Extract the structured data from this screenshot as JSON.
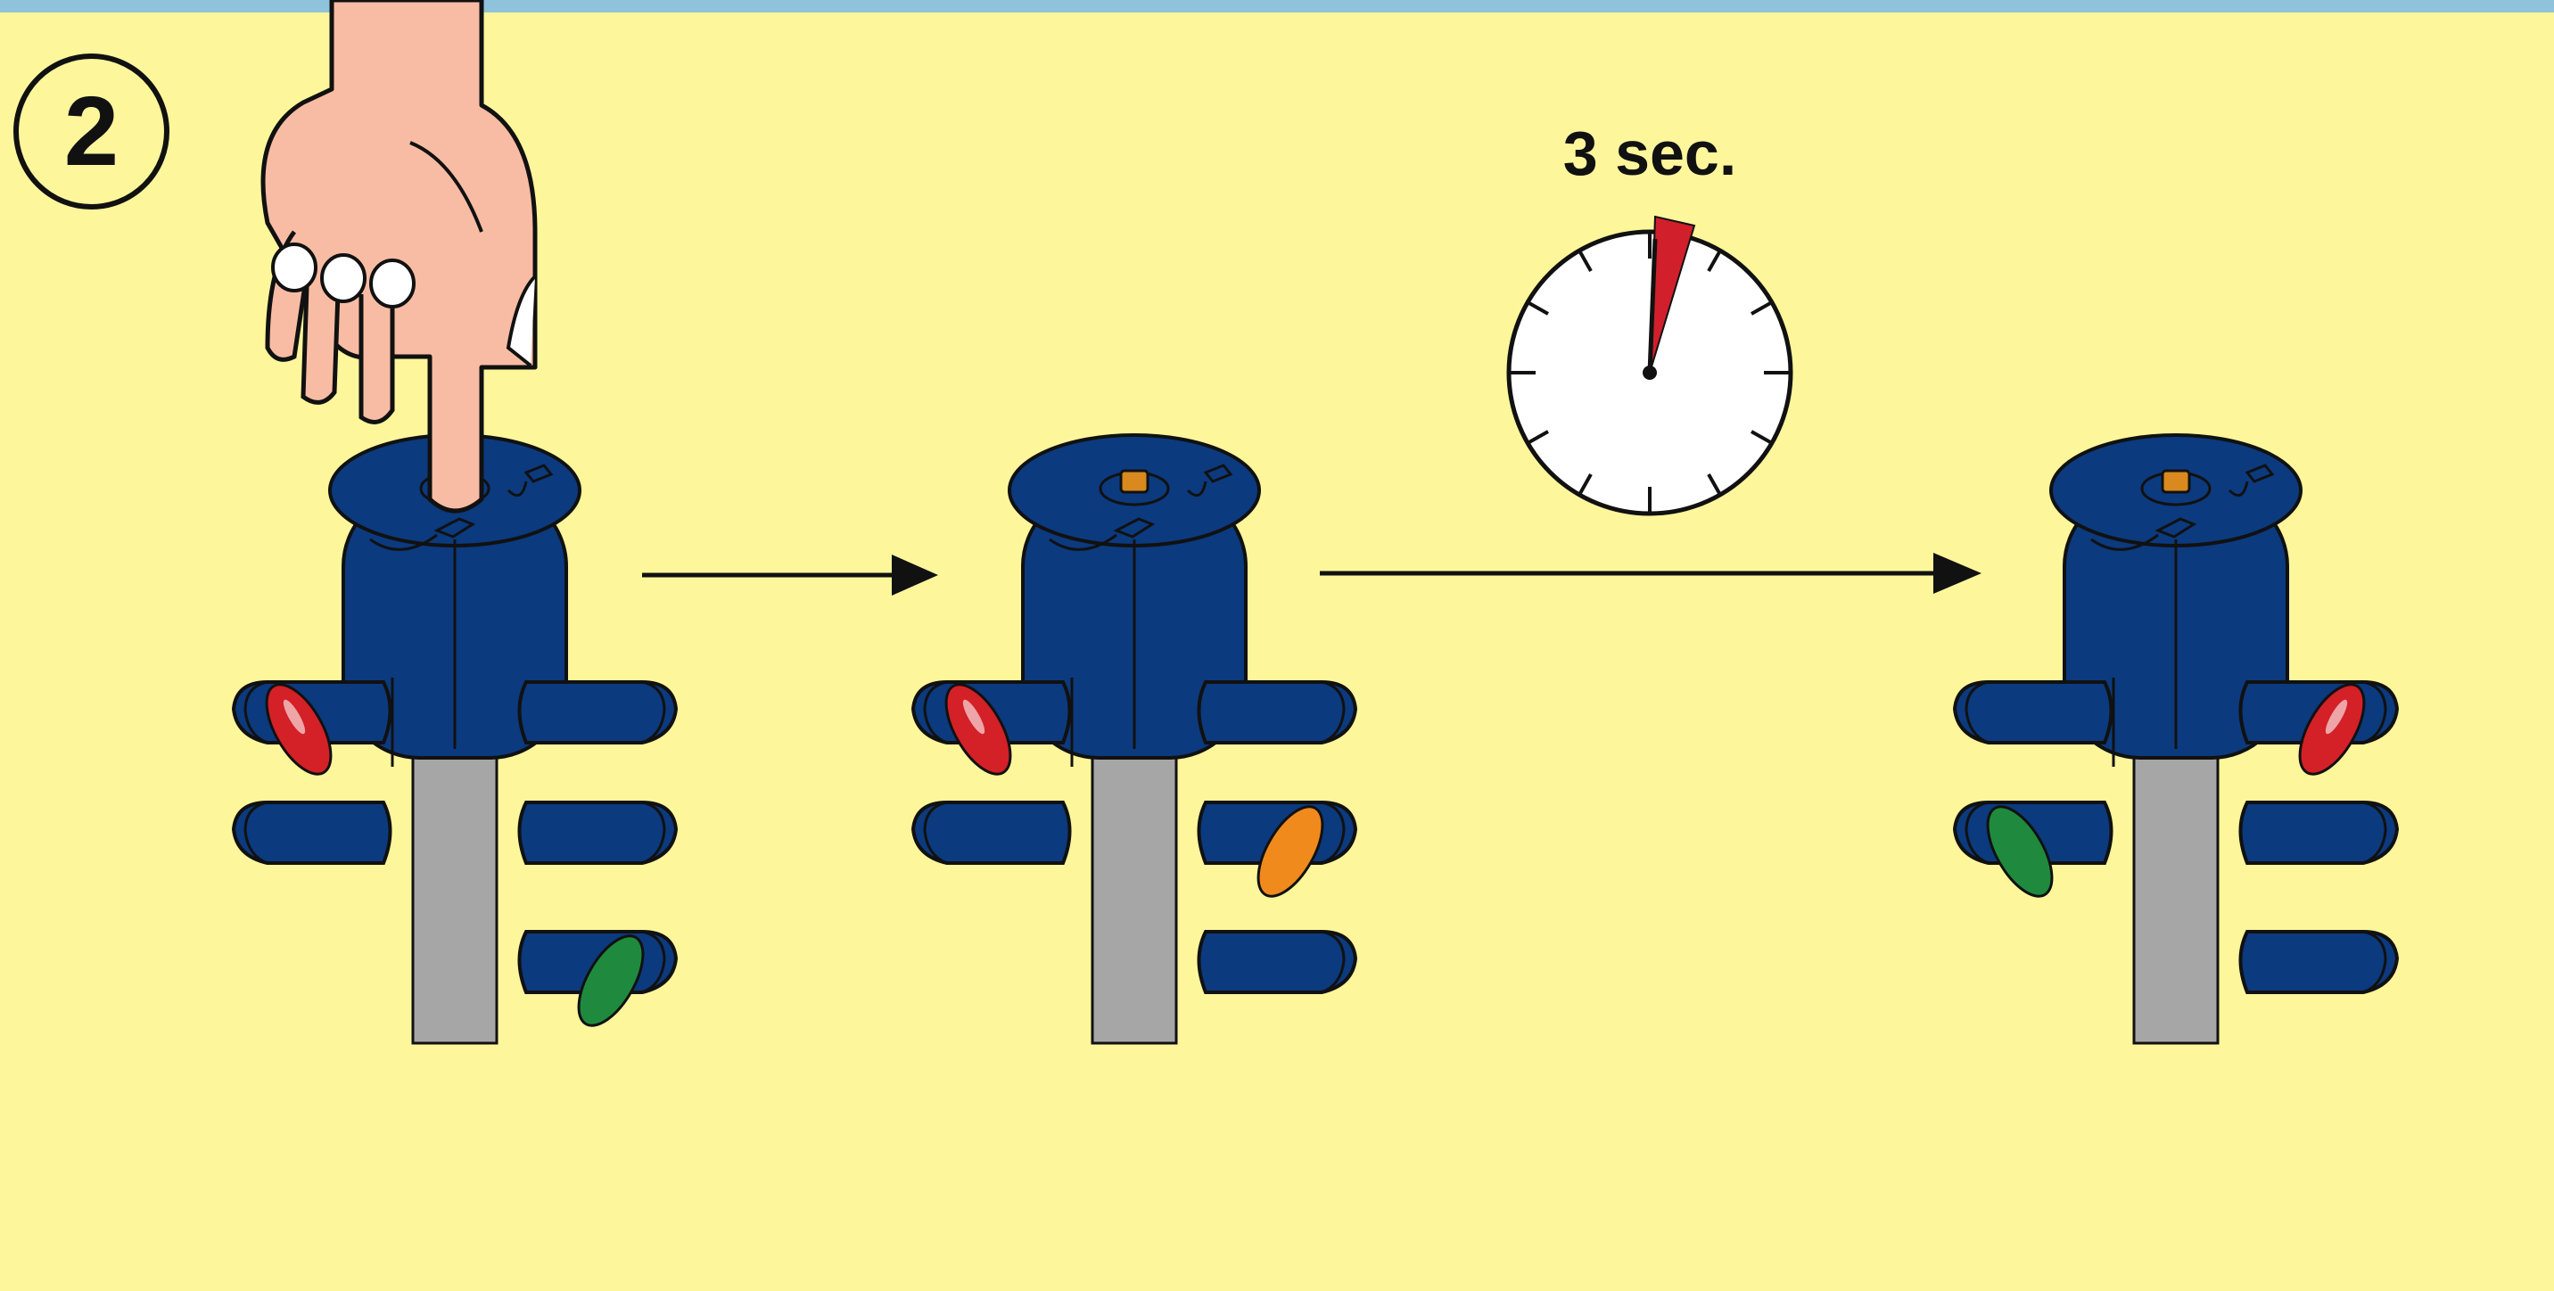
{
  "step": {
    "number": "2"
  },
  "timer": {
    "label": "3 sec."
  },
  "signals": [
    {
      "name": "signal-before-press",
      "left_lens": "red",
      "right_lens": "green"
    },
    {
      "name": "signal-after-press",
      "left_lens": "red",
      "right_lens": "orange"
    },
    {
      "name": "signal-after-wait",
      "left_lens": "green",
      "right_lens": "red"
    }
  ],
  "colors": {
    "background": "#fdf69b",
    "top_border": "#8fc3dc",
    "signal_body": "#0b3a7e",
    "pole": "#a6a6a6",
    "lens_red": "#d42027",
    "lens_orange": "#f08a1c",
    "lens_green": "#1f8a3d",
    "button": "#d9891e",
    "hand_skin": "#f8bca4",
    "clock_wedge": "#d1202b"
  },
  "icons": [
    "hand-pointing-icon",
    "stopwatch-icon",
    "arrow-right-icon"
  ]
}
